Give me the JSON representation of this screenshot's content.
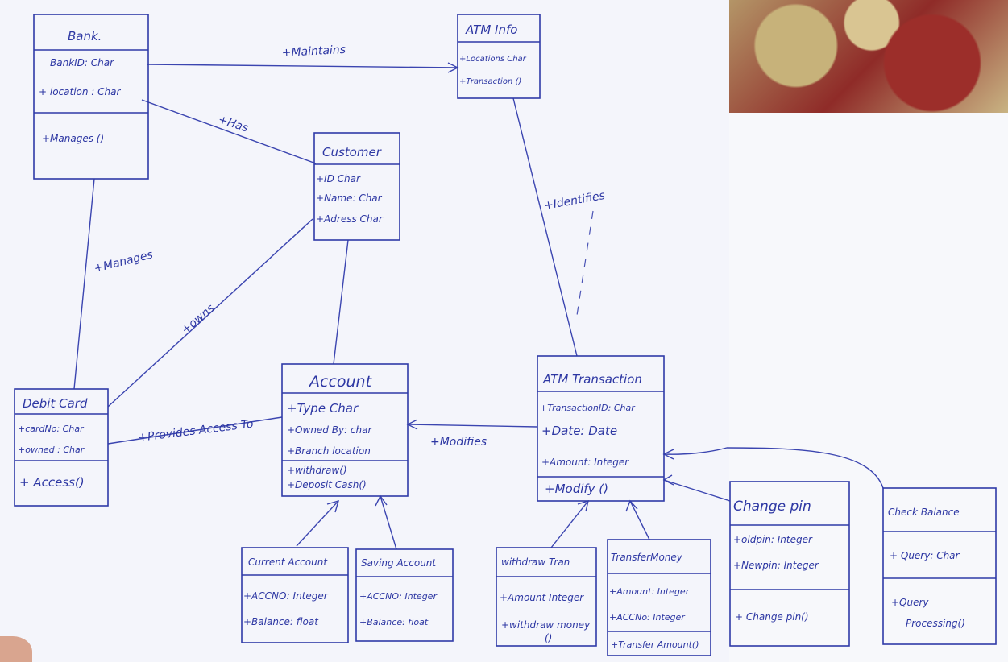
{
  "classes": {
    "bank": {
      "title": "Bank.",
      "attrs": [
        "BankID: Char",
        "+ location : Char"
      ],
      "ops": [
        "+Manages ()"
      ]
    },
    "atm_info": {
      "title": "ATM Info",
      "attrs": [
        "+Locations Char",
        "+Transaction ()"
      ],
      "ops": []
    },
    "customer": {
      "title": "Customer",
      "attrs": [
        "+ID Char",
        "+Name: Char",
        "+Adress Char"
      ],
      "ops": []
    },
    "debit_card": {
      "title": "Debit Card",
      "attrs": [
        "+cardNo: Char",
        "+owned : Char"
      ],
      "ops": [
        "+ Access()"
      ]
    },
    "account": {
      "title": "Account",
      "attrs": [
        "+Type Char",
        "+Owned By: char",
        "+Branch location"
      ],
      "ops": [
        "+withdraw()",
        "+Deposit Cash()"
      ]
    },
    "atm_transaction": {
      "title": "ATM Transaction",
      "attrs": [
        "+TransactionID: Char",
        "+Date: Date",
        "+Amount: Integer"
      ],
      "ops": [
        "+Modify ()"
      ]
    },
    "current_account": {
      "title": "Current Account",
      "attrs": [
        "+ACCNO: Integer",
        "+Balance: float"
      ],
      "ops": []
    },
    "saving_account": {
      "title": "Saving Account",
      "attrs": [
        "+ACCNO: Integer",
        "+Balance: float"
      ],
      "ops": []
    },
    "withdraw_tran": {
      "title": "withdraw Tran",
      "attrs": [
        "+Amount Integer"
      ],
      "ops": [
        "+withdraw money",
        "()"
      ]
    },
    "transfer_money": {
      "title": "TransferMoney",
      "attrs": [
        "+Amount: Integer",
        "+ACCNo: Integer"
      ],
      "ops": [
        "+Transfer Amount()"
      ]
    },
    "change_pin": {
      "title": "Change pin",
      "attrs": [
        "+oldpin: Integer",
        "+Newpin: Integer"
      ],
      "ops": [
        "+ Change pin()"
      ]
    },
    "check_balance": {
      "title": "Check Balance",
      "attrs": [
        "+ Query: Char"
      ],
      "ops": [
        "+Query",
        "Processing()"
      ]
    }
  },
  "relations": {
    "maintains": "+Maintains",
    "has": "+Has",
    "manages": "+Manages",
    "owns": "+owns",
    "identifies": "+Identifies",
    "provides_access": "+Provides Access To",
    "modifies": "+Modifies"
  },
  "colors": {
    "ink": "#2f3aa8",
    "paper": "#f4f5fb"
  }
}
